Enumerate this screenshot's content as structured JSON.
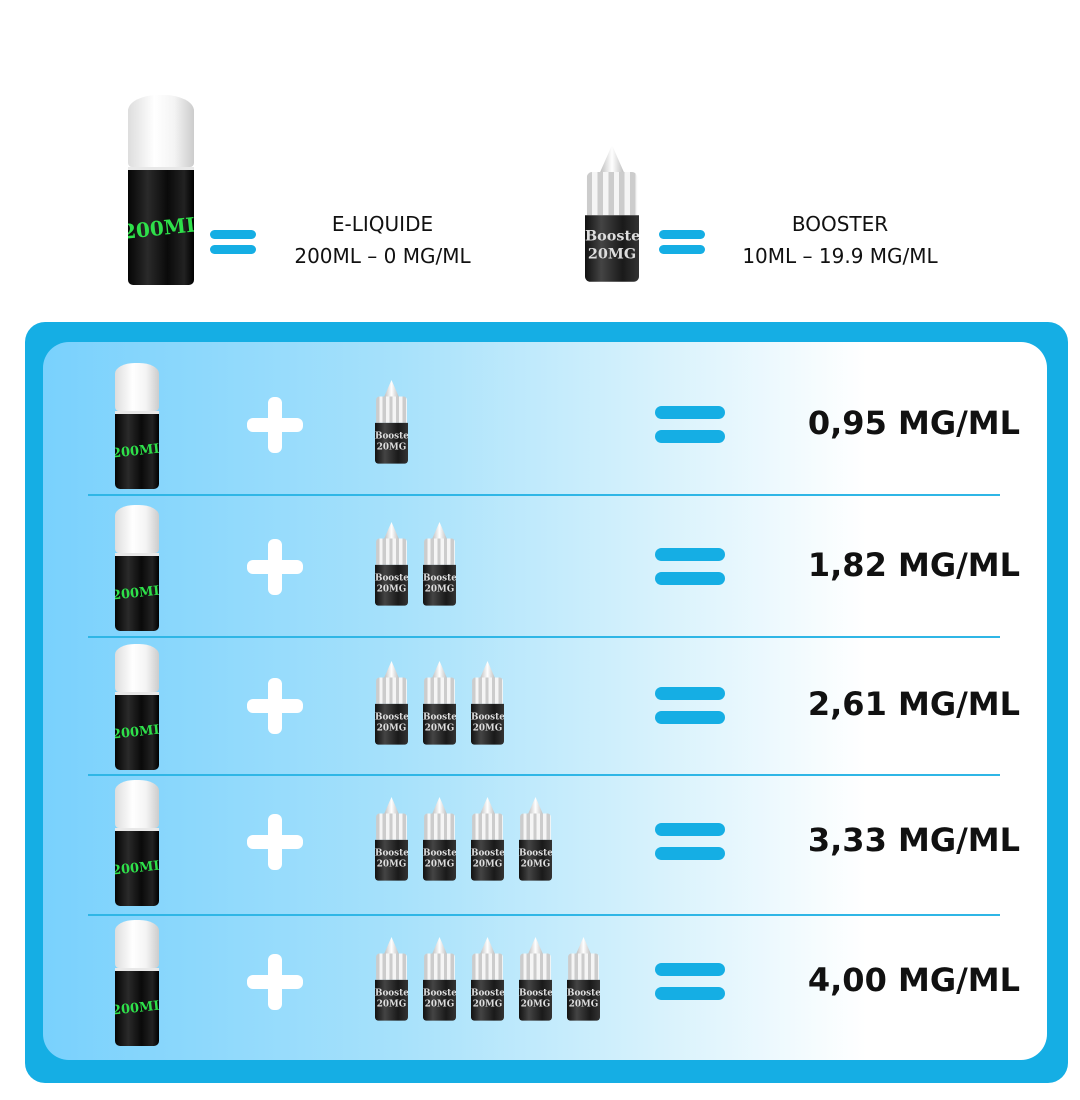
{
  "legend": {
    "eliquid": {
      "bottle_label": "200ML",
      "title": "E-LIQUIDE",
      "subtitle": "200ML – 0 MG/ML"
    },
    "booster": {
      "bottle_label_1": "Booster",
      "bottle_label_2": "20MG",
      "title": "BOOSTER",
      "subtitle": "10ML – 19.9 MG/ML"
    }
  },
  "rows": [
    {
      "boosters": 1,
      "result": "0,95 MG/ML"
    },
    {
      "boosters": 2,
      "result": "1,82 MG/ML"
    },
    {
      "boosters": 3,
      "result": "2,61 MG/ML"
    },
    {
      "boosters": 4,
      "result": "3,33 MG/ML"
    },
    {
      "boosters": 5,
      "result": "4,00 MG/ML"
    }
  ],
  "colors": {
    "accent": "#15aee4",
    "label_green": "#2ee04a"
  }
}
